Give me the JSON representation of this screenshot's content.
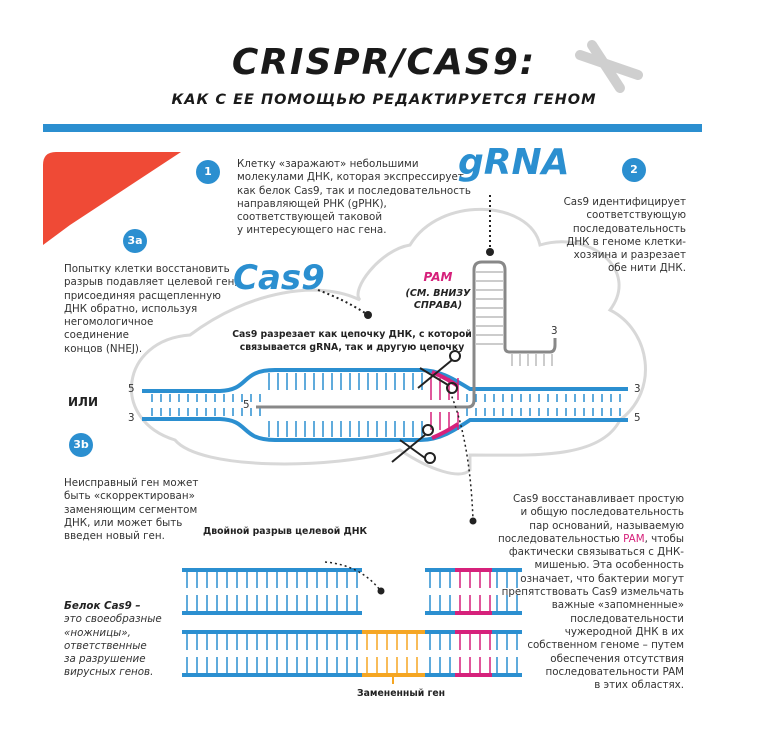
{
  "header": {
    "title": "CRISPR/CAS9:",
    "subtitle": "КАК С ЕЕ ПОМОЩЬЮ РЕДАКТИРУЕТСЯ ГЕНОМ"
  },
  "colors": {
    "accent_blue": "#2b8fd0",
    "pam_magenta": "#d6217b",
    "replaced_gene_orange": "#f5a623",
    "corner_red": "#ef4a36",
    "grna_gray": "#888888",
    "cell_outline": "#d8d8d8"
  },
  "steps": [
    {
      "badge": "1",
      "text": [
        "Клетку «заражают» небольшими",
        "молекулами ДНК, которая экспрессирует",
        "как белок Cas9, так и последовательность",
        "направляющей РНК (gРНК),",
        "соответствующей таковой",
        "у интересующего нас гена."
      ]
    },
    {
      "badge": "2",
      "text": [
        "Cas9 идентифицирует",
        "соответствующую",
        "последовательность",
        "ДНК в геноме клетки-",
        "хозяина и разрезает",
        "обе нити ДНК."
      ]
    },
    {
      "badge": "3a",
      "text": [
        "Попытку клетки восстановить",
        "разрыв подавляет целевой ген,",
        "присоединяя расщепленную",
        "ДНК обратно, используя",
        "негомологичное",
        "соединение",
        "концов (NHEJ)."
      ]
    },
    {
      "badge": "3b",
      "text": [
        "Неисправный ген может",
        "быть «скорректирован»",
        "заменяющим сегментом",
        "ДНК, или может быть",
        "введен новый ген."
      ]
    }
  ],
  "or_label": "ИЛИ",
  "labels": {
    "grna": "gRNA",
    "cas9": "Cas9",
    "pam": "PAM",
    "pam_note_1": "(СМ. ВНИЗУ",
    "pam_note_2": "СПРАВА)",
    "cut_caption_1": "Cas9 разрезает как цепочку ДНК, с которой",
    "cut_caption_2": "связывается gRNA, так и другую цепочку",
    "double_break": "Двойной разрыв целевой ДНК",
    "replaced_gene": "Замененный ген",
    "strand_5": "5",
    "strand_3": "3"
  },
  "cas9_note": {
    "title": "Белок Cas9 –",
    "lines": [
      "это своеобразные",
      "«ножницы»,",
      "ответственные",
      "за разрушение",
      "вирусных генов."
    ]
  },
  "pam_note": {
    "line1": "Cas9 восстанавливает простую",
    "line2": "и общую последовательность",
    "line3": "пар оснований, называемую",
    "line4_pre": "последовательностью ",
    "line4_pam": "PAM",
    "line4_post": ", чтобы",
    "rest": [
      "фактически связываться с ДНК-",
      "мишенью. Эта особенность",
      "означает, что бактерии могут",
      "препятствовать Cas9 измельчать",
      "важные «запомненные»",
      "последовательности",
      "чужеродной ДНК в их",
      "собственном геноме – путем",
      "обеспечения отсутствия",
      "последовательности PAM",
      "в этих областях."
    ]
  }
}
